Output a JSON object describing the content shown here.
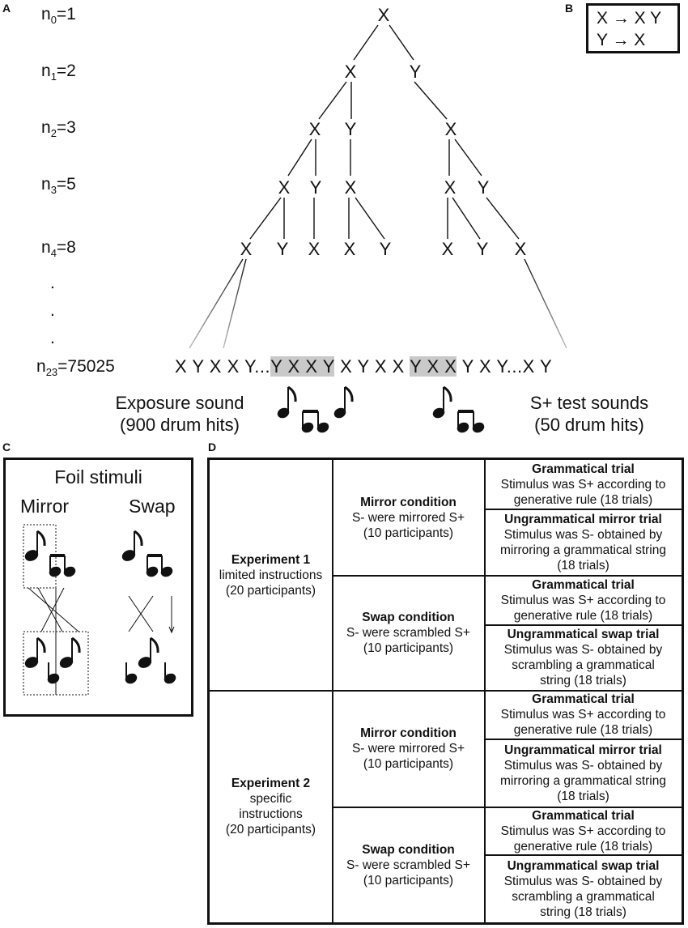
{
  "panels": {
    "a": "A",
    "b": "B",
    "c": "C",
    "d": "D"
  },
  "generations": [
    {
      "base": "n",
      "sub": "0",
      "value": "=1"
    },
    {
      "base": "n",
      "sub": "1",
      "value": "=2"
    },
    {
      "base": "n",
      "sub": "2",
      "value": "=3"
    },
    {
      "base": "n",
      "sub": "3",
      "value": "=5"
    },
    {
      "base": "n",
      "sub": "4",
      "value": "=8"
    },
    {
      "base": "n",
      "sub": "23",
      "value": "=75025"
    }
  ],
  "ellipsis_dots": [
    ".",
    ".",
    "."
  ],
  "rules": [
    "X → X Y",
    "Y → X"
  ],
  "tree_nodes": {
    "row0": [
      "X"
    ],
    "row1": [
      "X",
      "Y"
    ],
    "row2": [
      "X",
      "Y",
      "X"
    ],
    "row3": [
      "X",
      "Y",
      "X",
      "X",
      "Y"
    ],
    "row4": [
      "X",
      "Y",
      "X",
      "X",
      "Y",
      "X",
      "Y",
      "X"
    ]
  },
  "sequence": {
    "part1": "X Y X X Y...",
    "hl1": "Y X X Y",
    "part2": " X Y X X ",
    "hl2": "Y X X",
    "part3": " Y X Y...X Y"
  },
  "exposure": {
    "line1": "Exposure sound",
    "line2": "(900 drum hits)"
  },
  "test": {
    "line1": "S+ test sounds",
    "line2": "(50 drum hits)"
  },
  "foil": {
    "title": "Foil stimuli",
    "mirror": "Mirror",
    "swap": "Swap"
  },
  "table": {
    "experiments": [
      {
        "title": "Experiment 1",
        "desc": "limited instructions",
        "participants": "(20 participants)"
      },
      {
        "title": "Experiment 2",
        "desc": "specific instructions",
        "participants": "(20 participants)"
      }
    ],
    "conditions": {
      "mirror": {
        "title": "Mirror condition",
        "line1": "S- were mirrored S+",
        "line2": "(10 participants)"
      },
      "swap": {
        "title": "Swap condition",
        "line1": "S- were scrambled S+",
        "line2": "(10 participants)"
      }
    },
    "trials": {
      "grammatical": {
        "title": "Grammatical trial",
        "line1": "Stimulus was S+ according to",
        "line2": "generative rule (18 trials)"
      },
      "mirror": {
        "title": "Ungrammatical mirror trial",
        "line1": "Stimulus was S- obtained by",
        "line2": "mirroring a grammatical string",
        "line3": "(18 trials)"
      },
      "swap": {
        "title": "Ungrammatical swap trial",
        "line1": "Stimulus was S- obtained by",
        "line2": "scrambling a grammatical",
        "line3": "string (18 trials)"
      }
    }
  }
}
